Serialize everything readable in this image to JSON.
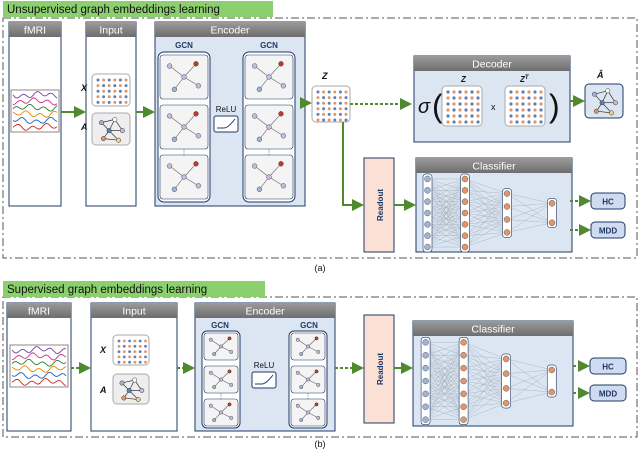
{
  "panel_a": {
    "banner": "Unsupervised graph embeddings learning",
    "caption": "(a)",
    "stages": {
      "fmri": "fMRI",
      "input": "Input",
      "encoder": "Encoder",
      "decoder": "Decoder",
      "classifier": "Classifier"
    },
    "gcn_label": "GCN",
    "relu_label": "ReLU",
    "x_symbol": "X",
    "a_symbol": "A",
    "z_symbol": "Z",
    "zt_symbol": "Z",
    "zt_superscript": "T",
    "a_hat_symbol": "Â",
    "sigma_symbol": "σ",
    "times_symbol": "x",
    "readout_label": "Readout",
    "outputs": [
      "HC",
      "MDD"
    ]
  },
  "panel_b": {
    "banner": "Supervised graph embeddings learning",
    "caption": "(b)",
    "stages": {
      "fmri": "fMRI",
      "input": "Input",
      "encoder": "Encoder",
      "classifier": "Classifier"
    },
    "gcn_label": "GCN",
    "relu_label": "ReLU",
    "x_symbol": "X",
    "a_symbol": "A",
    "readout_label": "Readout",
    "outputs": [
      "HC",
      "MDD"
    ]
  },
  "colors": {
    "banner_green": "#8ccf6e",
    "header_gray": "#7f7f7f",
    "panel_fill": "#dce6f2",
    "panel_border": "#1f3864",
    "readout_fill": "#fbe0d6",
    "arrow_green": "#4f8a2e",
    "node_blue": "#5b7fb8",
    "node_orange": "#e3956a",
    "output_fill": "#cfdbf0"
  }
}
